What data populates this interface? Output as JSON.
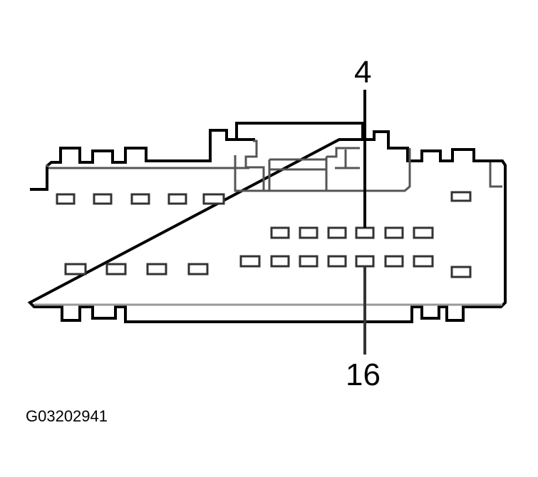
{
  "figure": {
    "id": "G03202941",
    "type": "connector-face-view"
  },
  "callouts": [
    {
      "label": "4",
      "pin_row": "upper",
      "pin_index": 4
    },
    {
      "label": "16",
      "pin_row": "lower",
      "pin_index": 5
    }
  ],
  "pins": {
    "upper_left": {
      "count": 5
    },
    "upper_right_single": {
      "count": 1
    },
    "middle_upper": {
      "count": 6
    },
    "middle_lower": {
      "count": 7
    },
    "lower_left": {
      "count": 4
    },
    "lower_right_single": {
      "count": 1
    }
  },
  "colors": {
    "line": "#000000",
    "pin_outline": "#444444",
    "background": "#ffffff"
  }
}
